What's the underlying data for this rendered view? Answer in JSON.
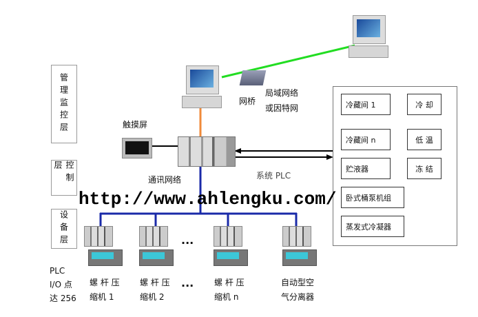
{
  "layers": {
    "management": "管理监控层",
    "control": "控制层",
    "device": "设备层"
  },
  "labels": {
    "bridge": "网桥",
    "lan_line1": "局域网络",
    "lan_line2": "或因特网",
    "touch_screen": "触摸屏",
    "comm_network": "通讯网络",
    "system_plc": "系统 PLC"
  },
  "io_note": [
    "PLC",
    "I/O 点",
    "达 256"
  ],
  "devices": [
    {
      "line1": "螺 杆 压",
      "line2": "缩机 1"
    },
    {
      "line1": "螺 杆 压",
      "line2": "缩机 2"
    },
    {
      "line1": "螺 杆 压",
      "line2": "缩机 n"
    },
    {
      "line1": "自动型空",
      "line2": "气分离器"
    }
  ],
  "ellipsis": "...",
  "right_panel": {
    "boxes": [
      "冷藏间 1",
      "冷藏间 n",
      "贮液器",
      "卧式桶泵机组",
      "蒸发式冷凝器"
    ],
    "side_boxes": [
      "冷 却",
      "低 温",
      "冻 结"
    ]
  },
  "watermark": "http://www.ahlengku.com/",
  "colors": {
    "green": "#22dd22",
    "orange": "#f08a3a",
    "blue": "#1a2aa8"
  }
}
